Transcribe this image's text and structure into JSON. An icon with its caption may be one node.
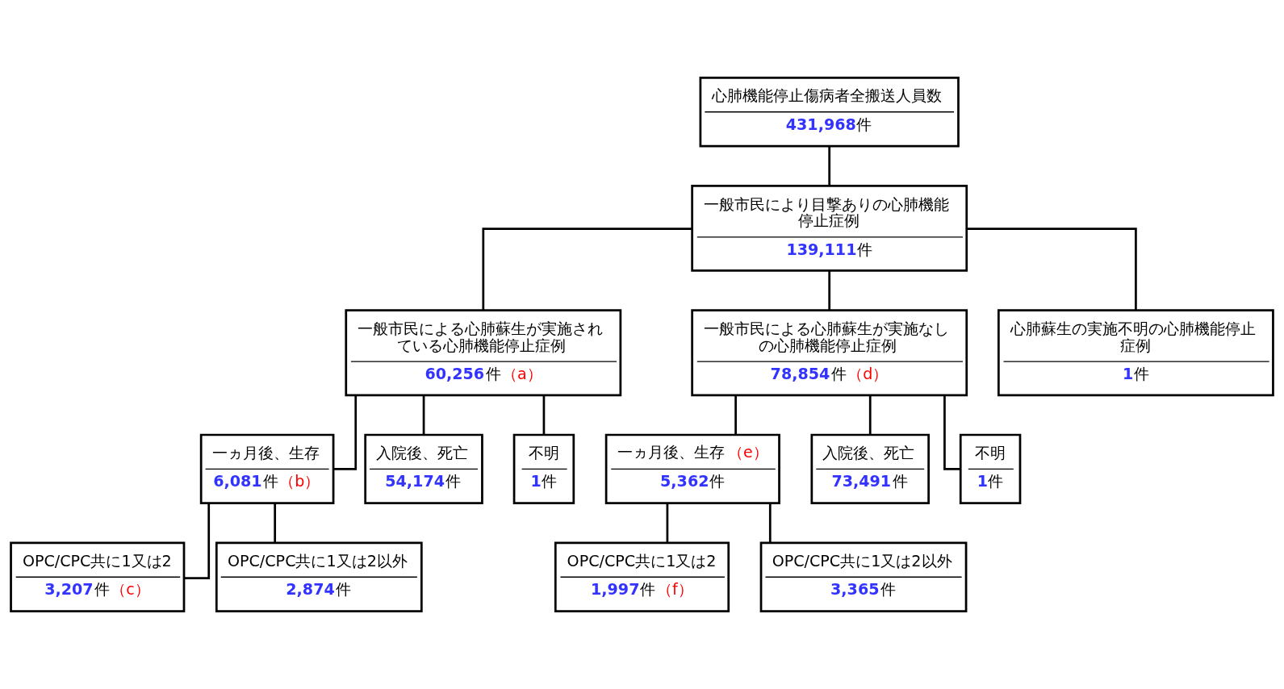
{
  "diagram": {
    "nodes": [
      {
        "text": [
          "心肺機能停止傷病者全搬送人員数",
          "431,968件"
        ]
      },
      {
        "text": [
          "一般市民により目撃ありの心肺機能停止症例",
          "139,111件"
        ]
      },
      {
        "text": [
          "一般市民による心肺蘇生が実施されている心肺機能停止症例",
          "60,256件（a）"
        ]
      },
      {
        "text": [
          "一般市民による心肺蘇生が実施なしの心肺機能停止症例",
          "78,854件（d）"
        ]
      },
      {
        "text": [
          "心肺蘇生の実施不明の心肺機能停止症例",
          "1件"
        ]
      },
      {
        "text": [
          "一ヵ月後、生存",
          "6,081件（b）"
        ]
      },
      {
        "text": [
          "入院後、死亡",
          "54,174件"
        ]
      },
      {
        "text": [
          "不明",
          "1件"
        ]
      },
      {
        "text": [
          "一ヵ月後、生存（e）",
          "5,362件"
        ]
      },
      {
        "text": [
          "入院後、死亡",
          "73,491件"
        ]
      },
      {
        "text": [
          "不明",
          "1件"
        ]
      },
      {
        "text": [
          "OPC/CPC共に1又は2",
          "3,207件（c）"
        ]
      },
      {
        "text": [
          "OPC/CPC共に1又は2以外",
          "2,874件"
        ]
      },
      {
        "text": [
          "OPC/CPC共に1又は2",
          "1,997件（f）"
        ]
      },
      {
        "text": [
          "OPC/CPC共に1又は2以外",
          "3,365件"
        ]
      }
    ],
    "edges": [
      {
        "from": 0,
        "to": 1,
        "arrow": "none"
      },
      {
        "from": 1,
        "to": 2,
        "arrow": "none"
      },
      {
        "from": 1,
        "to": 3,
        "arrow": "none"
      },
      {
        "from": 1,
        "to": 4,
        "arrow": "none"
      },
      {
        "from": 2,
        "to": 5,
        "arrow": "none"
      },
      {
        "from": 2,
        "to": 6,
        "arrow": "none"
      },
      {
        "from": 2,
        "to": 7,
        "arrow": "none"
      },
      {
        "from": 3,
        "to": 8,
        "arrow": "none"
      },
      {
        "from": 3,
        "to": 9,
        "arrow": "none"
      },
      {
        "from": 3,
        "to": 10,
        "arrow": "none"
      },
      {
        "from": 5,
        "to": 11,
        "arrow": "none"
      },
      {
        "from": 5,
        "to": 12,
        "arrow": "none"
      },
      {
        "from": 8,
        "to": 13,
        "arrow": "none"
      },
      {
        "from": 8,
        "to": 14,
        "arrow": "none"
      }
    ]
  }
}
